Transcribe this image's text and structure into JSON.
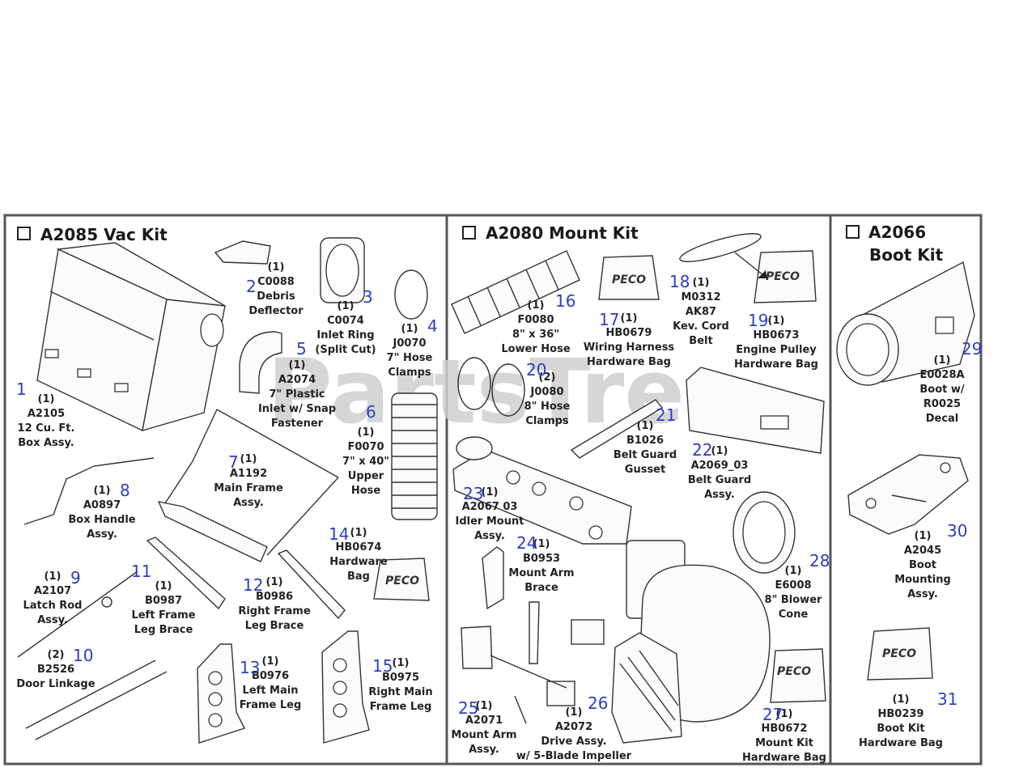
{
  "watermark": "PartsTree",
  "kits": [
    {
      "title": "A2085 Vac Kit"
    },
    {
      "title": "A2080 Mount Kit"
    },
    {
      "title": "A2066",
      "subtitle": "Boot Kit"
    }
  ],
  "bag_brand": "PECO",
  "parts": [
    {
      "num": "1",
      "lines": [
        "(1)",
        "A2105",
        "12 Cu. Ft.",
        "Box Assy."
      ]
    },
    {
      "num": "2",
      "lines": [
        "(1)",
        "C0088",
        "Debris",
        "Deflector"
      ]
    },
    {
      "num": "3",
      "lines": [
        "(1)",
        "C0074",
        "Inlet Ring",
        "(Split Cut)"
      ]
    },
    {
      "num": "4",
      "lines": [
        "(1)",
        "J0070",
        "7\" Hose",
        "Clamps"
      ]
    },
    {
      "num": "5",
      "lines": [
        "(1)",
        "A2074",
        "7\" Plastic",
        "Inlet w/ Snap",
        "Fastener"
      ]
    },
    {
      "num": "6",
      "lines": [
        "(1)",
        "F0070",
        "7\" x 40\"",
        "Upper",
        "Hose"
      ]
    },
    {
      "num": "7",
      "lines": [
        "(1)",
        "A1192",
        "Main Frame",
        "Assy."
      ]
    },
    {
      "num": "8",
      "lines": [
        "(1)",
        "A0897",
        "Box Handle",
        "Assy."
      ]
    },
    {
      "num": "9",
      "lines": [
        "(1)",
        "A2107",
        "Latch Rod",
        "Assy."
      ]
    },
    {
      "num": "10",
      "lines": [
        "(2)",
        "B2526",
        "Door Linkage"
      ]
    },
    {
      "num": "11",
      "lines": [
        "(1)",
        "B0987",
        "Left Frame",
        "Leg Brace"
      ]
    },
    {
      "num": "12",
      "lines": [
        "(1)",
        "B0986",
        "Right Frame",
        "Leg Brace"
      ]
    },
    {
      "num": "13",
      "lines": [
        "(1)",
        "B0976",
        "Left Main",
        "Frame Leg"
      ]
    },
    {
      "num": "14",
      "lines": [
        "(1)",
        "HB0674",
        "Hardware",
        "Bag"
      ]
    },
    {
      "num": "15",
      "lines": [
        "(1)",
        "B0975",
        "Right Main",
        "Frame Leg"
      ]
    },
    {
      "num": "16",
      "lines": [
        "(1)",
        "F0080",
        "8\" x 36\"",
        "Lower Hose"
      ]
    },
    {
      "num": "17",
      "lines": [
        "(1)",
        "HB0679",
        "Wiring Harness",
        "Hardware Bag"
      ]
    },
    {
      "num": "18",
      "lines": [
        "(1)",
        "M0312",
        "AK87",
        "Kev. Cord",
        "Belt"
      ]
    },
    {
      "num": "19",
      "lines": [
        "(1)",
        "HB0673",
        "Engine Pulley",
        "Hardware Bag"
      ]
    },
    {
      "num": "20",
      "lines": [
        "(2)",
        "J0080",
        "8\" Hose",
        "Clamps"
      ]
    },
    {
      "num": "21",
      "lines": [
        "(1)",
        "B1026",
        "Belt Guard",
        "Gusset"
      ]
    },
    {
      "num": "22",
      "lines": [
        "(1)",
        "A2069_03",
        "Belt Guard",
        "Assy."
      ]
    },
    {
      "num": "23",
      "lines": [
        "(1)",
        "A2067 03",
        "Idler Mount",
        "Assy."
      ]
    },
    {
      "num": "24",
      "lines": [
        "(1)",
        "B0953",
        "Mount Arm",
        "Brace"
      ]
    },
    {
      "num": "25",
      "lines": [
        "(1)",
        "A2071",
        "Mount Arm",
        "Assy."
      ]
    },
    {
      "num": "26",
      "lines": [
        "(1)",
        "A2072",
        "Drive Assy.",
        "w/ 5-Blade Impeller"
      ]
    },
    {
      "num": "27",
      "lines": [
        "(1)",
        "HB0672",
        "Mount Kit",
        "Hardware Bag"
      ]
    },
    {
      "num": "28",
      "lines": [
        "(1)",
        "E6008",
        "8\" Blower",
        "Cone"
      ]
    },
    {
      "num": "29",
      "lines": [
        "(1)",
        "E0028A",
        "Boot w/",
        "R0025",
        "Decal"
      ]
    },
    {
      "num": "30",
      "lines": [
        "(1)",
        "A2045",
        "Boot",
        "Mounting",
        "Assy."
      ]
    },
    {
      "num": "31",
      "lines": [
        "(1)",
        "HB0239",
        "Boot Kit",
        "Hardware Bag"
      ]
    }
  ]
}
